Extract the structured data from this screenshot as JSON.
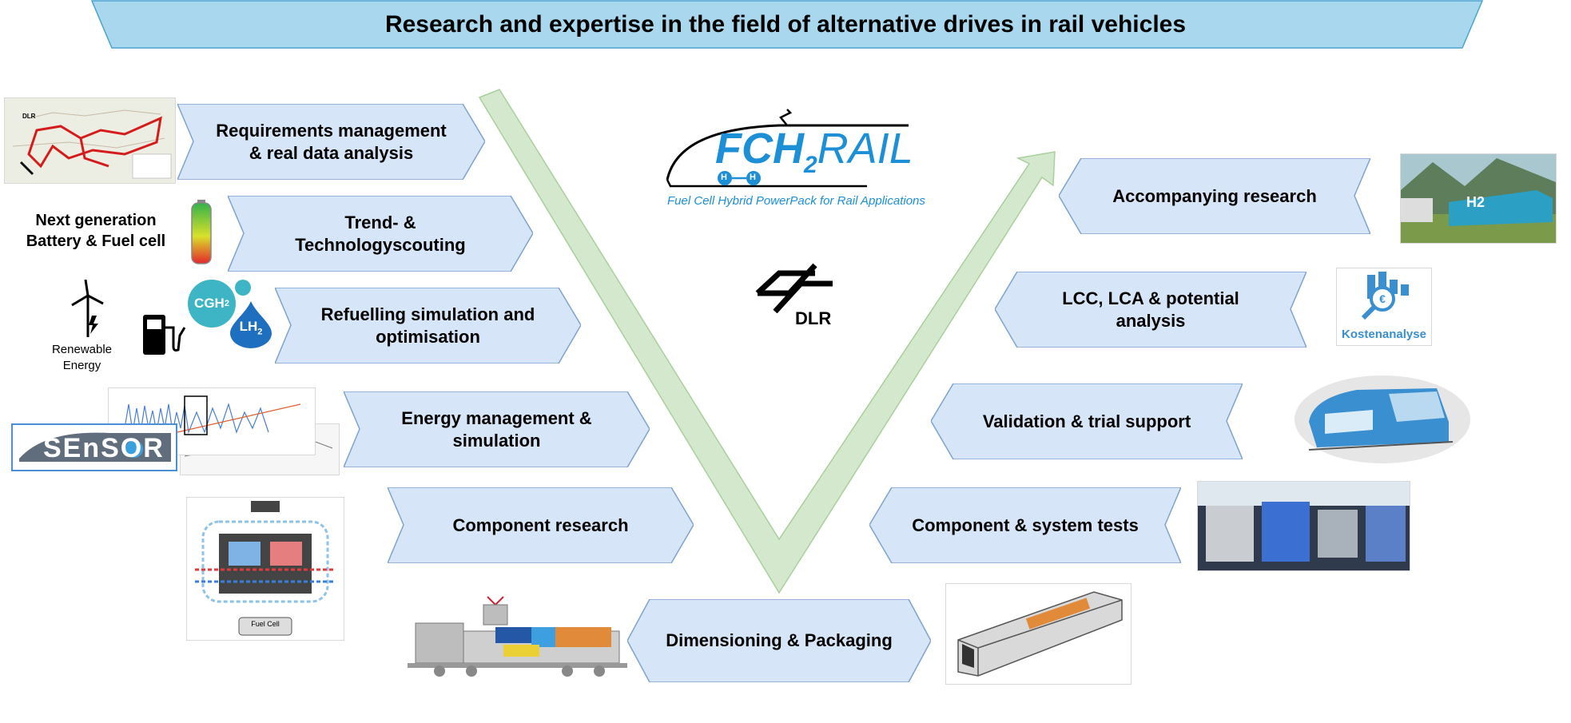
{
  "title": "Research and expertise in the field of alternative drives in rail vehicles",
  "left_boxes": [
    {
      "label": "Requirements management & real data analysis"
    },
    {
      "label": "Trend- & Technologyscouting"
    },
    {
      "label": "Refuelling simulation and optimisation"
    },
    {
      "label": "Energy management & simulation"
    },
    {
      "label": "Component research"
    }
  ],
  "bottom_box": {
    "label": "Dimensioning & Packaging"
  },
  "right_boxes": [
    {
      "label": "Accompanying research"
    },
    {
      "label": "LCC, LCA & potential analysis"
    },
    {
      "label": "Validation & trial support"
    },
    {
      "label": "Component & system tests"
    }
  ],
  "side_labels": {
    "battery_fuel_cell": "Next generation Battery & Fuel cell",
    "renewable": "Renewable Energy",
    "cgh2": "CGH",
    "lh2": "LH",
    "h2_sub": "2",
    "kostenanalyse": "Kostenanalyse",
    "sensor": "SEnSOR",
    "fuel_cell_small": "Fuel Cell",
    "train_text": "H2"
  },
  "logos": {
    "fch_main": "FCH",
    "fch_sub": "2",
    "fch_rail": "RAIL",
    "fch_tagline": "Fuel Cell Hybrid PowerPack for Rail Applications",
    "dlr": "DLR",
    "dlr_small": "DLR"
  },
  "colors": {
    "box_fill": "#d6e5f7",
    "box_stroke": "#7fa3cf",
    "title_fill": "#a9d8ee",
    "v_fill": "#d3e8cc",
    "v_stroke": "#a9cf9c",
    "fch_blue": "#1c8fd6"
  }
}
